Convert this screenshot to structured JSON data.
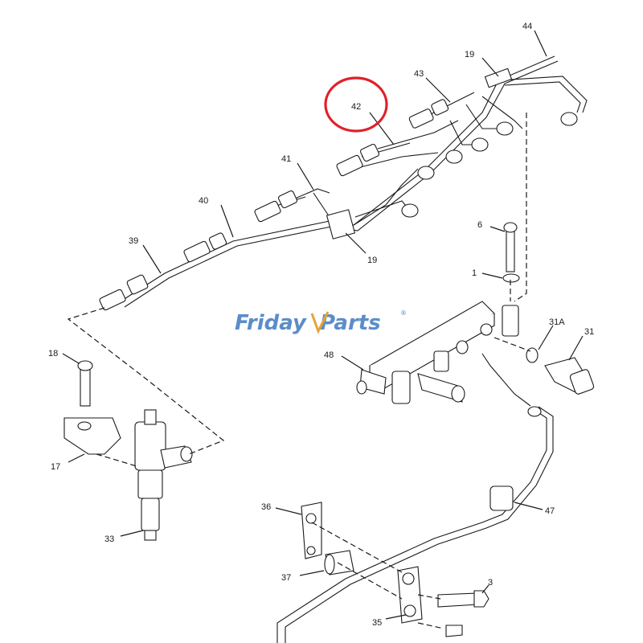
{
  "watermark": {
    "brand": "FridayParts",
    "part_a": "Friday",
    "part_b": "Parts",
    "mark": "®",
    "color_a": "#5b8dc9",
    "color_b": "#e8a23a"
  },
  "highlight": {
    "color": "#e0202a",
    "target": "42"
  },
  "labels": {
    "l44": "44",
    "l19a": "19",
    "l43": "43",
    "l42": "42",
    "l41": "41",
    "l40": "40",
    "l39": "39",
    "l19b": "19",
    "l6": "6",
    "l1": "1",
    "l31A": "31A",
    "l31": "31",
    "l48": "48",
    "l18": "18",
    "l17": "17",
    "l33": "33",
    "l47": "47",
    "l36": "36",
    "l37": "37",
    "l3": "3",
    "l35": "35"
  }
}
